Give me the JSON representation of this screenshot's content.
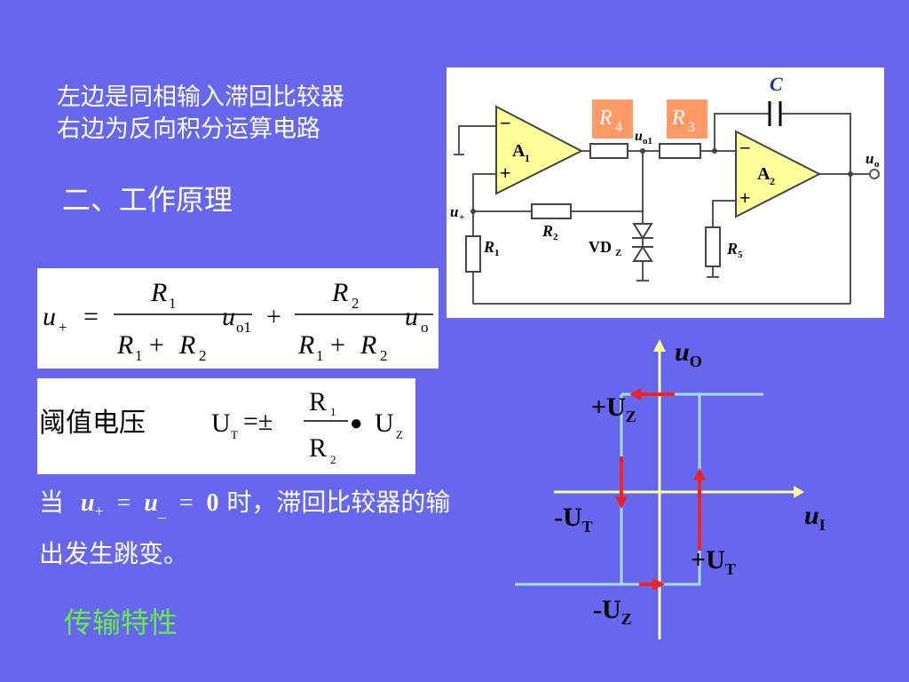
{
  "intro": {
    "line1": "左边是同相输入滞回比较器",
    "line2": "右边为反向积分运算电路"
  },
  "heading": "二、工作原理",
  "formula1": {
    "lhs": "u",
    "lhs_sub": "+",
    "eq": "=",
    "num1": "R",
    "num1_sub": "1",
    "den1": "R",
    "den1_sub1": "1",
    "den1_plus": "+",
    "den1_r2": "R",
    "den1_sub2": "2",
    "term1": "u",
    "term1_sub": "o1",
    "plus": "+",
    "num2": "R",
    "num2_sub": "2",
    "term2": "u",
    "term2_sub": "o"
  },
  "formula2": {
    "label": "阈值电压",
    "lhs": "U",
    "lhs_sub": "T",
    "eq": "=±",
    "num": "R",
    "num_sub": "1",
    "den": "R",
    "den_sub": "2",
    "dot": "●",
    "rhs": "U",
    "rhs_sub": "Z"
  },
  "note": {
    "p1": "当",
    "u": "u",
    "plus_sub": "+",
    "eq1": "=",
    "u2": "u",
    "minus_sub": "_",
    "eq2": "=",
    "zero": "0",
    "p2": "时，滞回比较器的输出发生跳变。"
  },
  "transfer_title": "传输特性",
  "circuit": {
    "c": "C",
    "r4": "R",
    "r4_sub": "4",
    "r3": "R",
    "r3_sub": "3",
    "uo1": "u",
    "uo1_sub": "o1",
    "a1": "A",
    "a1_sub": "1",
    "a2": "A",
    "a2_sub": "2",
    "minus": "−",
    "plus": "+",
    "uplus": "u",
    "uplus_sub": "+",
    "r2": "R",
    "r2_sub": "2",
    "r1": "R",
    "r1_sub": "1",
    "vdz": "VD",
    "vdz_sub": "Z",
    "r5": "R",
    "r5_sub": "5",
    "uo": "u",
    "uo_sub": "o"
  },
  "hysteresis": {
    "y_axis": "u",
    "y_sub": "O",
    "x_axis": "u",
    "x_sub": "I",
    "pos_uz": "+U",
    "pos_uz_sub": "Z",
    "neg_uz": "-U",
    "neg_uz_sub": "Z",
    "neg_ut": "-U",
    "neg_ut_sub": "T",
    "pos_ut": "+U",
    "pos_ut_sub": "T"
  },
  "colors": {
    "background": "#6666ee",
    "loop": "#aaddff",
    "axis": "#ffff99",
    "arrow": "#ee2222",
    "resistor_highlight": "#ff9966",
    "opamp_fill": "#ffff99",
    "green_text": "#66ee44"
  }
}
